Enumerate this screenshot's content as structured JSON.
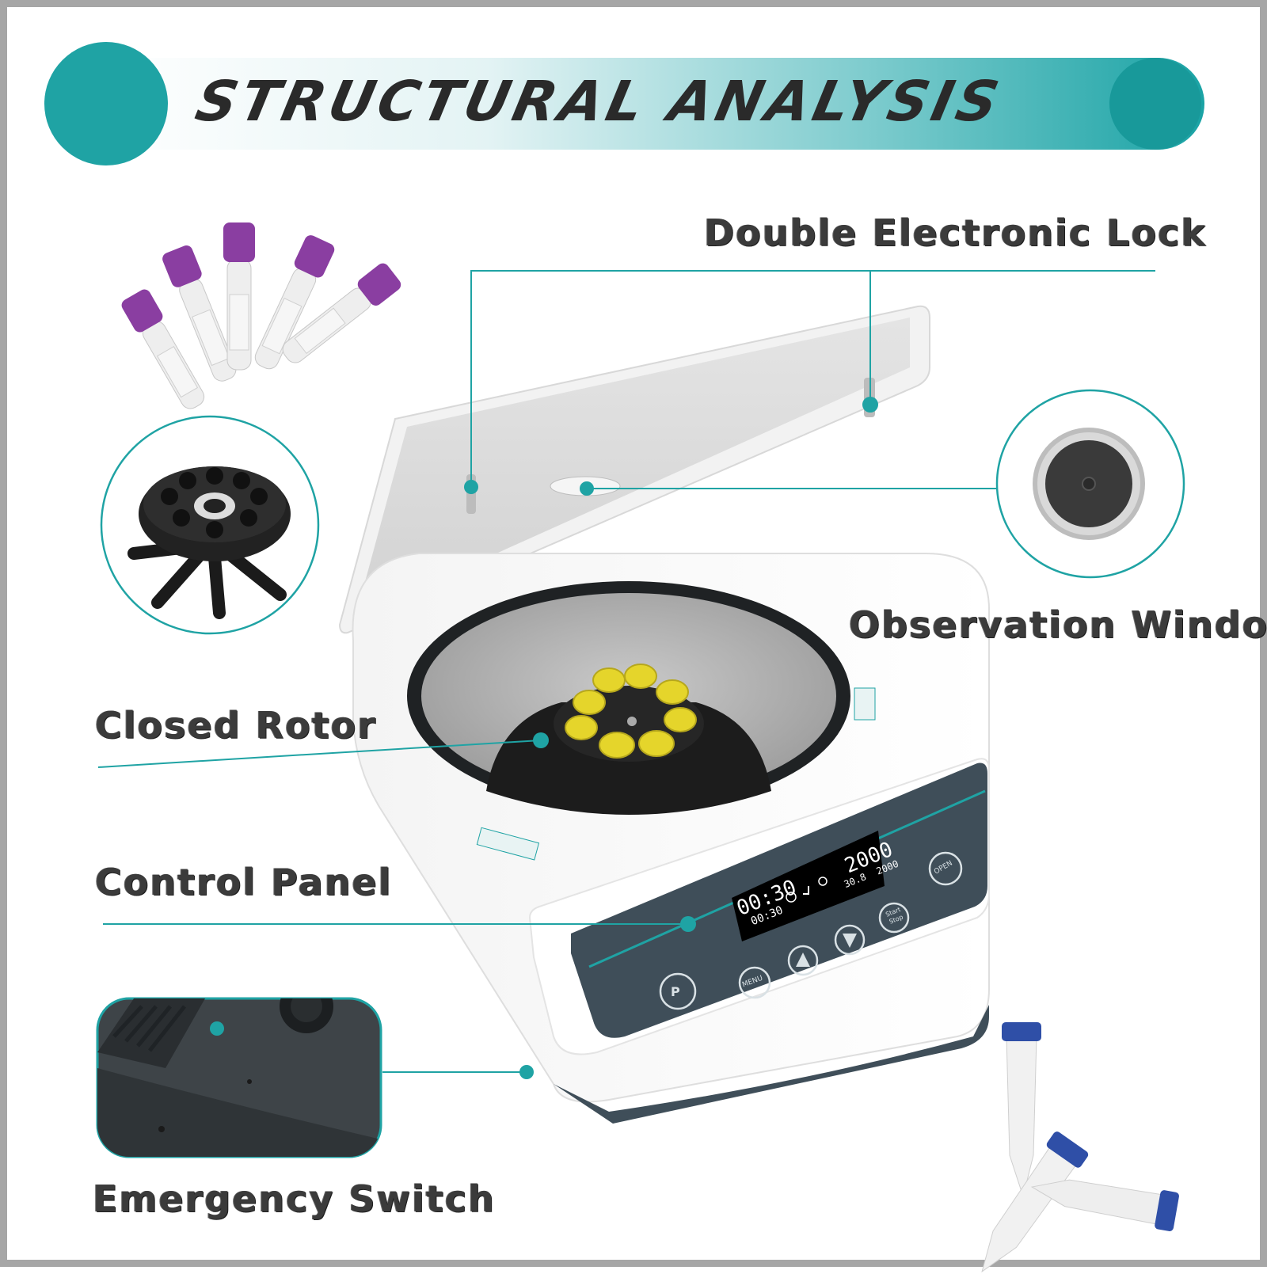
{
  "header": {
    "title": "STRUCTURAL ANALYSIS"
  },
  "colors": {
    "accent": "#1fa3a4",
    "accent_dark": "#158d8e",
    "panel": "#3f4e59",
    "frame": "#a6a6a6"
  },
  "labels": {
    "lock": "Double Electronic Lock",
    "window": "Observation Window",
    "rotor": "Closed Rotor",
    "panel": "Control Panel",
    "switch": "Emergency Switch"
  },
  "control_panel": {
    "time_set": "00:30",
    "time_run": "00:30",
    "speed_set": "2000",
    "speed_run": "2000",
    "temp": "30.8",
    "btn_p": "P",
    "btn_menu": "MENU",
    "btn_start": "Start Stop",
    "btn_open": "OPEN"
  },
  "icons": [
    "up-arrow-icon",
    "down-arrow-icon",
    "clock-icon",
    "lock-icon",
    "circle-icon"
  ]
}
